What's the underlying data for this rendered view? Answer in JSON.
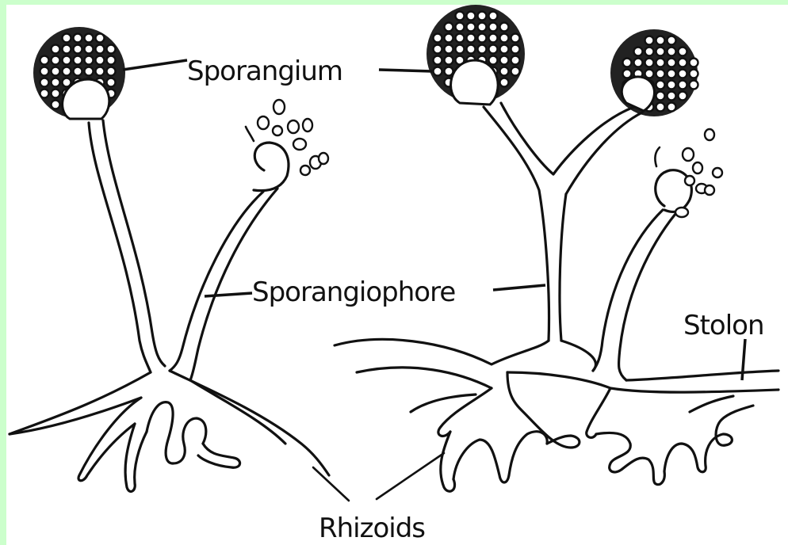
{
  "labels": {
    "sporangium": "Sporangium",
    "sporangiophore": "Sporangiophore",
    "stolon": "Stolon",
    "rhizoids": "Rhizoids"
  },
  "colors": {
    "border": "#ccffcc",
    "background": "#ffffff",
    "ink": "#111111"
  }
}
